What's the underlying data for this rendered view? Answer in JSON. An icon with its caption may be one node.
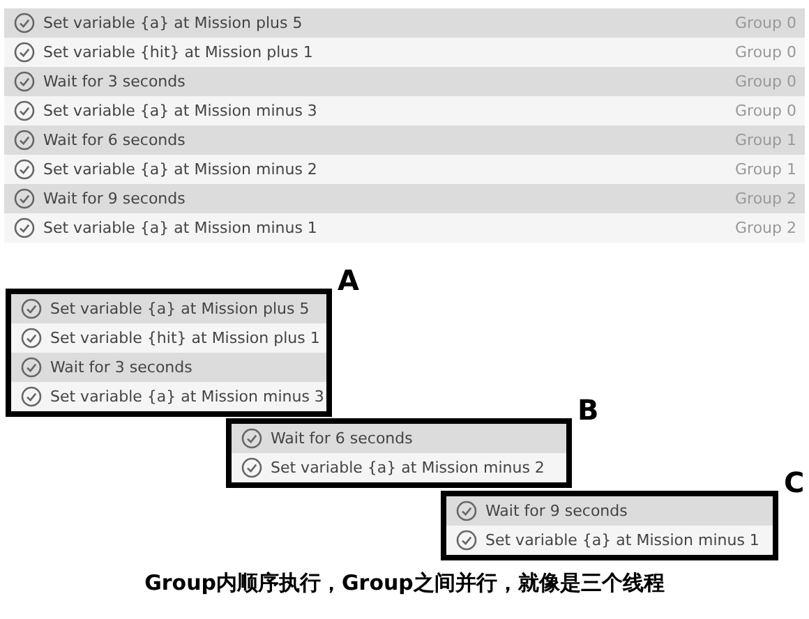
{
  "diagram": {
    "caption": "Group内顺序执行，Group之间并行，就像是三个线程",
    "nodes": [
      {
        "text": [
          "A"
        ]
      },
      {
        "text": [
          "Set variable {a} at Mission plus 5"
        ],
        "in": 0
      },
      {
        "text": [
          "Set variable {hit} at Mission plus 1"
        ],
        "in": 0
      },
      {
        "text": [
          "Wait for 3 seconds"
        ],
        "in": 0
      },
      {
        "text": [
          "Set variable {a} at Mission minus 3"
        ],
        "in": 0
      },
      {
        "text": [
          "B"
        ]
      },
      {
        "text": [
          "Wait for 6 seconds"
        ],
        "in": 5
      },
      {
        "text": [
          "Set variable {a} at Mission minus 2"
        ],
        "in": 5
      },
      {
        "text": [
          "C"
        ]
      },
      {
        "text": [
          "Wait for 9 seconds"
        ],
        "in": 8
      },
      {
        "text": [
          "Set variable {a} at Mission minus 1"
        ],
        "in": 8
      }
    ],
    "labels": [
      "Set variable {a} at Mission plus 5",
      "Group 0",
      "Set variable {hit} at Mission plus 1",
      "Group 0",
      "Wait for 3 seconds",
      "Group 0",
      "Set variable {a} at Mission minus 3",
      "Group 0",
      "Wait for 6 seconds",
      "Group 1",
      "Set variable {a} at Mission minus 2",
      "Group 1",
      "Wait for 9 seconds",
      "Group 2",
      "Set variable {a} at Mission minus 1",
      "Group 2"
    ]
  }
}
